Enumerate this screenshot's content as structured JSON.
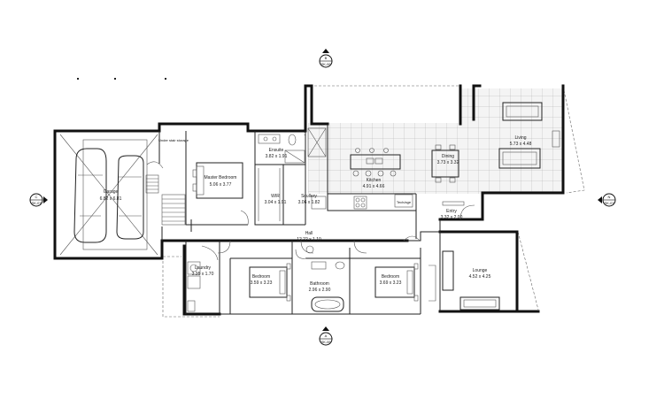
{
  "rooms": [
    {
      "id": "garage",
      "name": "Garage",
      "size": "6.82 x 6.81"
    },
    {
      "id": "master",
      "name": "Master Bedroom",
      "size": "5.06 x 3.77"
    },
    {
      "id": "ensuite",
      "name": "Ensuite",
      "size": "3.82 x 1.91"
    },
    {
      "id": "wir",
      "name": "WIR",
      "size": "3.04 x 1.91"
    },
    {
      "id": "scullery",
      "name": "Scullery",
      "size": "3.06 x 1.82"
    },
    {
      "id": "kitchen",
      "name": "Kitchen",
      "size": "4.91 x 4.66"
    },
    {
      "id": "dining",
      "name": "Dining",
      "size": "3.73 x 3.32"
    },
    {
      "id": "living",
      "name": "Living",
      "size": "5.73 x 4.48"
    },
    {
      "id": "entry",
      "name": "Entry",
      "size": "3.32 x 2.00"
    },
    {
      "id": "hall",
      "name": "Hall",
      "size": "12.22 x 1.10"
    },
    {
      "id": "laundry",
      "name": "Laundry",
      "size": "3.35 x 1.70"
    },
    {
      "id": "bedroom1",
      "name": "Bedroom",
      "size": "3.59 x 3.23"
    },
    {
      "id": "bathroom",
      "name": "Bathroom",
      "size": "2.96 x 2.90"
    },
    {
      "id": "bedroom2",
      "name": "Bedroom",
      "size": "3.69 x 3.23"
    },
    {
      "id": "lounge",
      "name": "Lounge",
      "size": "4.52 x 4.25"
    }
  ],
  "notes": {
    "understair": "Under stair storage",
    "tech": "Tech/age"
  },
  "markers": [
    {
      "id": "north",
      "letter": "B",
      "ref": "SK-06"
    },
    {
      "id": "south",
      "letter": "A",
      "ref": "SK-06"
    },
    {
      "id": "west",
      "letter": "C",
      "ref": "SK-07"
    },
    {
      "id": "east",
      "letter": "N",
      "ref": "SK-07"
    }
  ]
}
